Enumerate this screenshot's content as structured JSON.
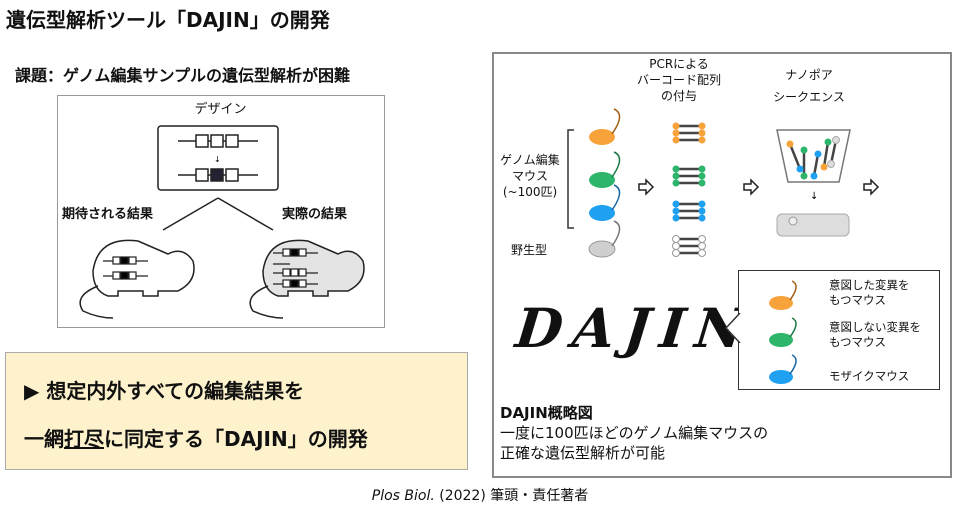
{
  "title": "遺伝型解析ツール「DAJIN」の開発",
  "subtitle": "課題：ゲノム編集サンプルの遺伝型解析が困難",
  "left_panel": {
    "design": "デザイン",
    "expected": "期待される結果",
    "actual": "実際の結果"
  },
  "highlight": {
    "line1": "▶ 想定内外すべての編集結果を",
    "line2_a": "一網",
    "line2_u": "打尽",
    "line2_b": "に同定する「DAJIN」の開発"
  },
  "right_panel": {
    "step1": "PCRによる\nバーコード配列\nの付与",
    "step2": "ナノポア\nシークエンス",
    "group_label": "ゲノム編集\nマウス\n(~100匹)",
    "wildtype": "野生型",
    "logo": "DAJIN",
    "legend": [
      "意図した変異を\nもつマウス",
      "意図しない変異を\nもつマウス",
      "モザイクマウス"
    ],
    "caption_title": "DAJIN概略図",
    "caption_l1": "一度に100匹ほどのゲノム編集マウスの",
    "caption_l2": "正確な遺伝型解析が可能"
  },
  "footer": {
    "journal": "Plos Biol.",
    "rest": " (2022) 筆頭・責任著者"
  },
  "colors": {
    "orange": "#f7a23a",
    "green": "#2db56c",
    "blue": "#1fa0f0",
    "gray": "#cfcfcf",
    "highlight_bg": "#fdf2cc"
  }
}
